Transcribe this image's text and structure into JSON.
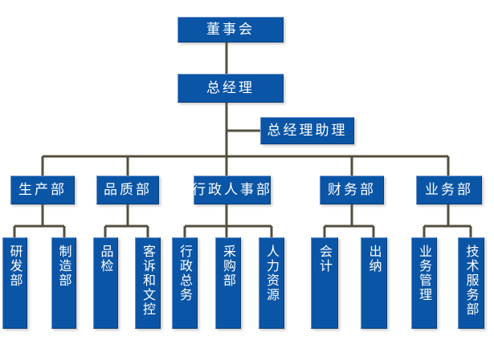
{
  "org_chart": {
    "root": {
      "label": "董事会"
    },
    "general_manager": {
      "label": "总经理"
    },
    "assistant": {
      "label": "总经理助理"
    },
    "departments": [
      {
        "label": "生产部",
        "children": [
          {
            "label": "研发部"
          },
          {
            "label": "制造部"
          }
        ]
      },
      {
        "label": "品质部",
        "children": [
          {
            "label": "品检"
          },
          {
            "label": "客诉和文控"
          }
        ]
      },
      {
        "label": "行政人事部",
        "children": [
          {
            "label": "行政总务"
          },
          {
            "label": "采购部"
          },
          {
            "label": "人力资源"
          }
        ]
      },
      {
        "label": "财务部",
        "children": [
          {
            "label": "会计"
          },
          {
            "label": "出纳"
          }
        ]
      },
      {
        "label": "业务部",
        "children": [
          {
            "label": "业务管理"
          },
          {
            "label": "技术服务部"
          }
        ]
      }
    ],
    "colors": {
      "node_fill": "#0b55a6",
      "node_text": "#ffffff",
      "connector": "#534f3f",
      "background": "#ffffff"
    }
  }
}
